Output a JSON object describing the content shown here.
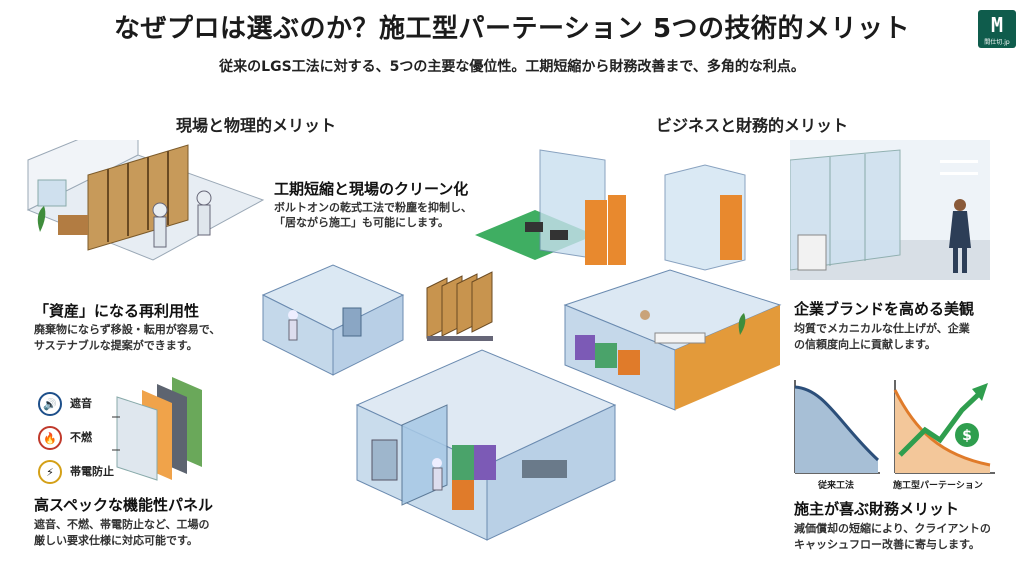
{
  "title": "なぜプロは選ぶのか？施工型パーテーション 5つの技術的メリット",
  "subtitle": "従来のLGS工法に対する、5つの主要な優位性。工期短縮から財務改善まで、多角的な利点。",
  "logo": {
    "text": "間仕切.jp"
  },
  "left_section": {
    "title": "現場と物理的メリット"
  },
  "right_section": {
    "title": "ビジネスと財務的メリット"
  },
  "merit_clean": {
    "title": "工期短縮と現場のクリーン化",
    "line1": "ボルトオンの乾式工法で粉塵を抑制し、",
    "line2": "「居ながら施工」も可能にします。"
  },
  "merit_reuse": {
    "title": "「資産」になる再利用性",
    "line1": "廃棄物にならず移設・転用が容易で、",
    "line2": "サステナブルな提案ができます。"
  },
  "merit_panel": {
    "title": "高スペックな機能性パネル",
    "line1": "遮音、不燃、帯電防止など、工場の",
    "line2": "厳しい要求仕様に対応可能です。",
    "features": [
      "遮音",
      "不燃",
      "帯電防止"
    ]
  },
  "merit_brand": {
    "title": "企業ブランドを高める美観",
    "line1": "均質でメカニカルな仕上げが、企業",
    "line2": "の信頼度向上に貢献します。"
  },
  "merit_finance": {
    "title": "施主が喜ぶ財務メリット",
    "line1": "減価償却の短縮により、クライアントの",
    "line2": "キャッシュフロー改善に寄与します。",
    "chart_left_label": "従来工法",
    "chart_right_label": "施工型パーテーション"
  }
}
